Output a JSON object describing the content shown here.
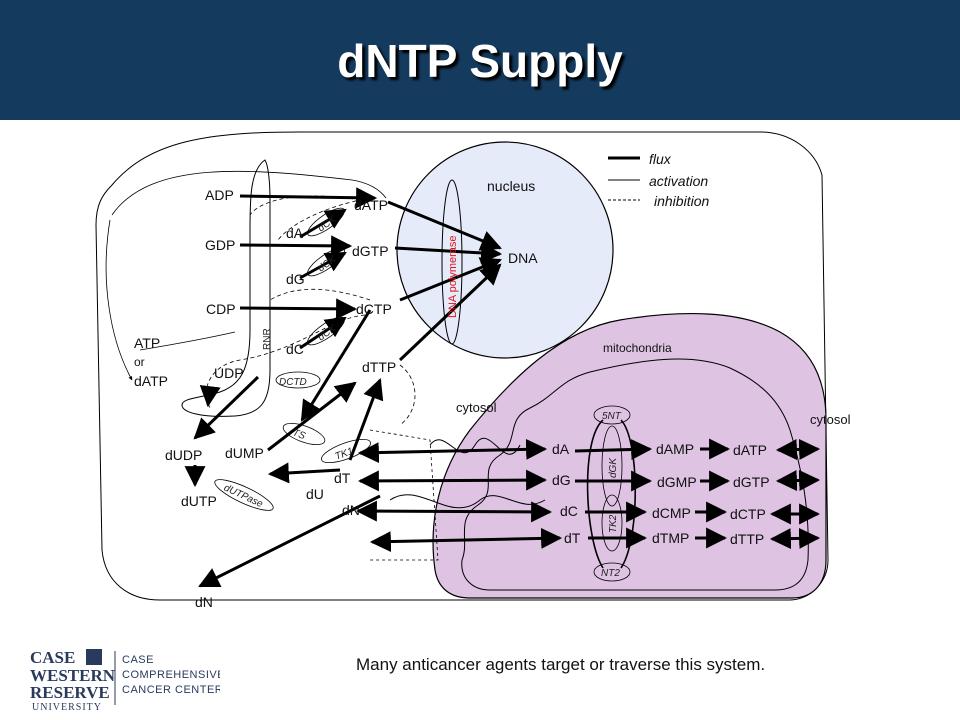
{
  "title": "dNTP Supply",
  "caption": "Many anticancer agents target or traverse this system.",
  "colors": {
    "header_bg": "#143a5e",
    "nucleus_fill": "#e6ebfa",
    "mitochondria_fill": "#dec3e3",
    "enzyme_red": "#e0141b"
  },
  "legend": {
    "flux": "flux",
    "activation": "activation",
    "inhibition": "inhibition"
  },
  "compartments": {
    "nucleus": "nucleus",
    "mitochondria": "mitochondria",
    "cytosol_left": "cytosol",
    "cytosol_right": "cytosol"
  },
  "cytosol_labels": {
    "adp": "ADP",
    "gdp": "GDP",
    "cdp": "CDP",
    "udp": "UDP",
    "atp": "ATP",
    "or": "or",
    "datp_src": "dATP",
    "datp": "dATP",
    "dgtp": "dGTP",
    "dctp": "dCTP",
    "dttp": "dTTP",
    "da": "dA",
    "dg": "dG",
    "dc": "dC",
    "dudp": "dUDP",
    "dutp": "dUTP",
    "dump": "dUMP",
    "dt": "dT",
    "du": "dU",
    "dn_inner": "dN",
    "dn_outer": "dN",
    "dna": "DNA"
  },
  "enzymes": {
    "dck1": "dCK",
    "dck2": "dCK",
    "dck3": "dCK",
    "rnr": "RNR",
    "dctd": "DCTD",
    "ts": "TS",
    "tk1": "TK1",
    "dutpase": "dUTPase",
    "dna_polymerase": "DNA polymerase",
    "5nt": "5NT",
    "dgk": "dGK",
    "tk2": "TK2",
    "nt2": "NT2"
  },
  "mito_labels": {
    "da": "dA",
    "dg": "dG",
    "dc": "dC",
    "dt": "dT",
    "damp": "dAMP",
    "dgmp": "dGMP",
    "dcmp": "dCMP",
    "dtmp": "dTMP",
    "datp": "dATP",
    "dgtp": "dGTP",
    "dctp": "dCTP",
    "dttp": "dTTP"
  },
  "logo": {
    "line1": "CASE",
    "line2": "WESTERN",
    "line3": "RESERVE",
    "line4": "UNIVERSITY",
    "right1": "CASE",
    "right2": "COMPREHENSIVE",
    "right3": "CANCER CENTER"
  }
}
